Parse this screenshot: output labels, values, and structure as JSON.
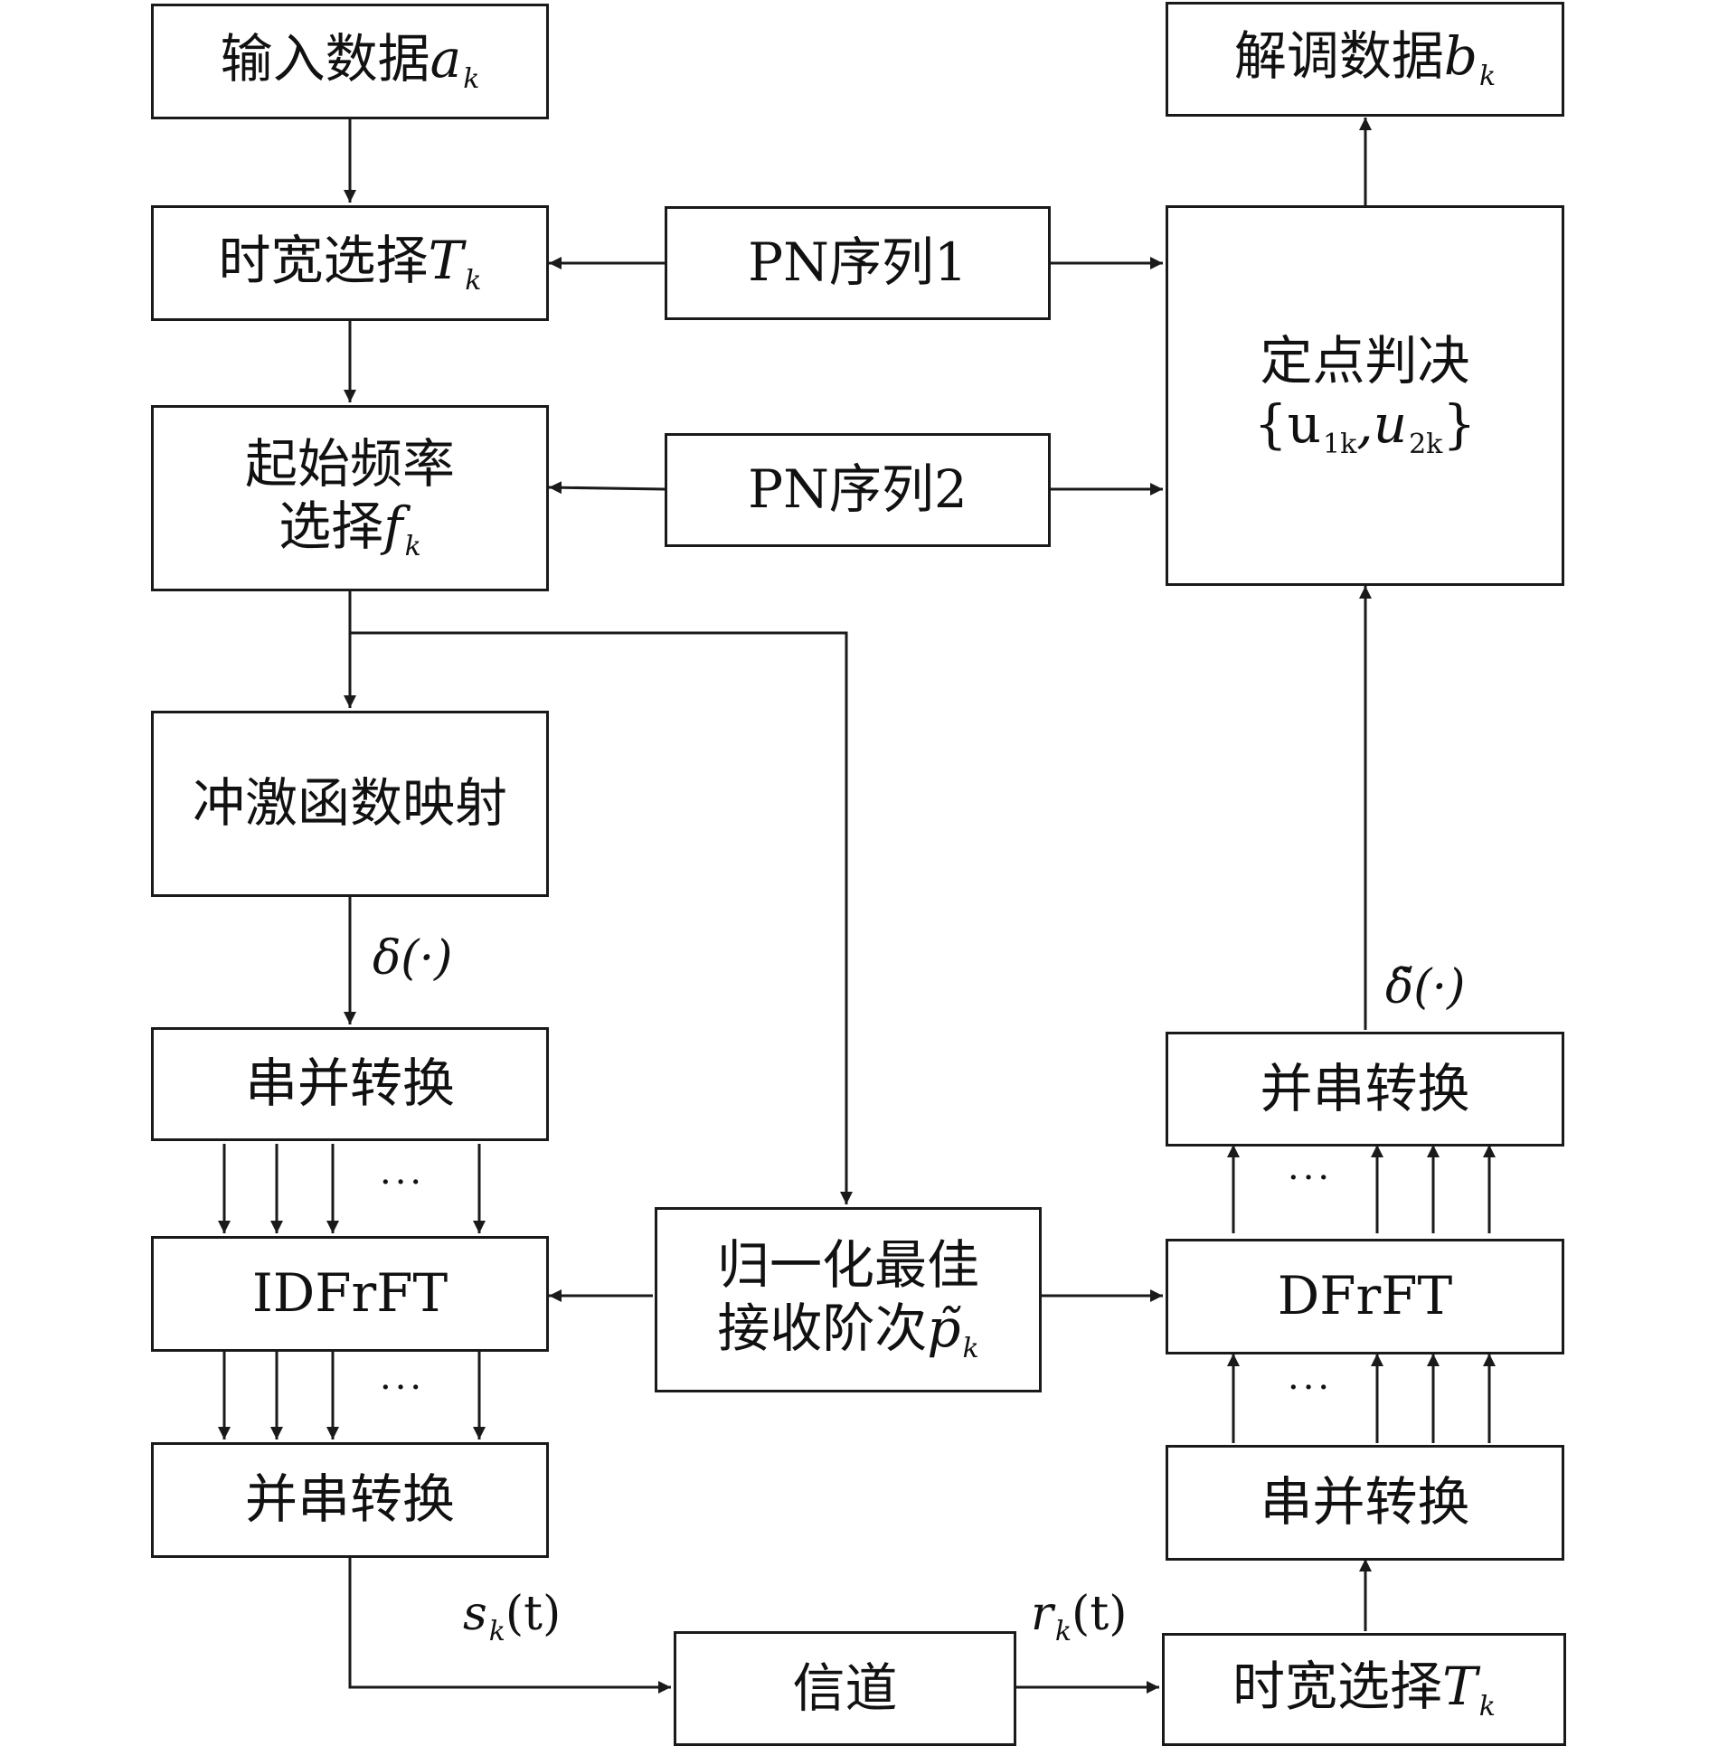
{
  "blocks": {
    "input": {
      "text": "输入数据",
      "var": "a",
      "sub": "k"
    },
    "demod": {
      "text": "解调数据",
      "var": "b",
      "sub": "k"
    },
    "timewidth_tx": {
      "text": "时宽选择",
      "var": "T",
      "sub": "k"
    },
    "pn1": {
      "text": "PN序列1"
    },
    "pn2": {
      "text": "PN序列2"
    },
    "decision": {
      "line1": "定点判决",
      "line2": "{u",
      "line2_sub1": "1k",
      "line2_mid": ",u",
      "line2_sub2": "2k",
      "line2_end": "}"
    },
    "startfreq": {
      "line1": "起始频率",
      "line2": "选择",
      "var": "f",
      "sub": "k"
    },
    "impulse": {
      "text": "冲激函数映射"
    },
    "sp_tx": {
      "text": "串并转换"
    },
    "idfrft": {
      "text": "IDFrFT"
    },
    "ps_tx": {
      "text": "并串转换"
    },
    "order": {
      "line1": "归一化最佳",
      "line2": "接收阶次",
      "var": "p̃",
      "sub": "k"
    },
    "dfrft": {
      "text": "DFrFT"
    },
    "ps_rx": {
      "text": "并串转换"
    },
    "sp_rx": {
      "text": "串并转换"
    },
    "channel": {
      "text": "信道"
    },
    "timewidth_rx": {
      "text": "时宽选择",
      "var": "T",
      "sub": "k"
    }
  },
  "labels": {
    "delta_tx": "δ(·)",
    "delta_rx": "δ̃(·)",
    "s_k_var": "s",
    "s_k_sub": "k",
    "s_k_arg": "(t)",
    "r_k_var": "r",
    "r_k_sub": "k",
    "r_k_arg": "(t)",
    "dots": "···"
  }
}
